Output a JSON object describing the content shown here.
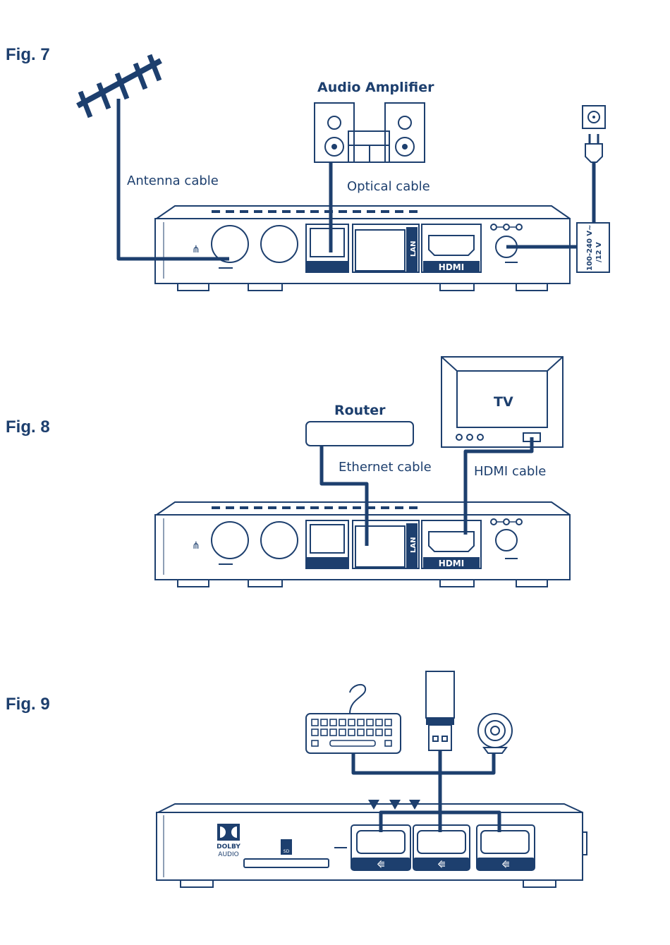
{
  "figures": {
    "fig7": {
      "label": "Fig. 7",
      "audio_amplifier": "Audio Amplifier",
      "antenna_cable": "Antenna cable",
      "optical_cable": "Optical cable",
      "lan": "LAN",
      "hdmi": "HDMI",
      "power_line1": "100-240 V~",
      "power_line2": "/12 V"
    },
    "fig8": {
      "label": "Fig. 8",
      "router": "Router",
      "tv": "TV",
      "ethernet_cable": "Ethernet cable",
      "hdmi_cable": "HDMI cable",
      "lan": "LAN",
      "hdmi": "HDMI"
    },
    "fig9": {
      "label": "Fig. 9",
      "dolby_line1": "DOLBY",
      "dolby_line2": "AUDIO",
      "sd": "SD"
    }
  },
  "colors": {
    "primary": "#1d3f6e",
    "background": "#ffffff"
  }
}
